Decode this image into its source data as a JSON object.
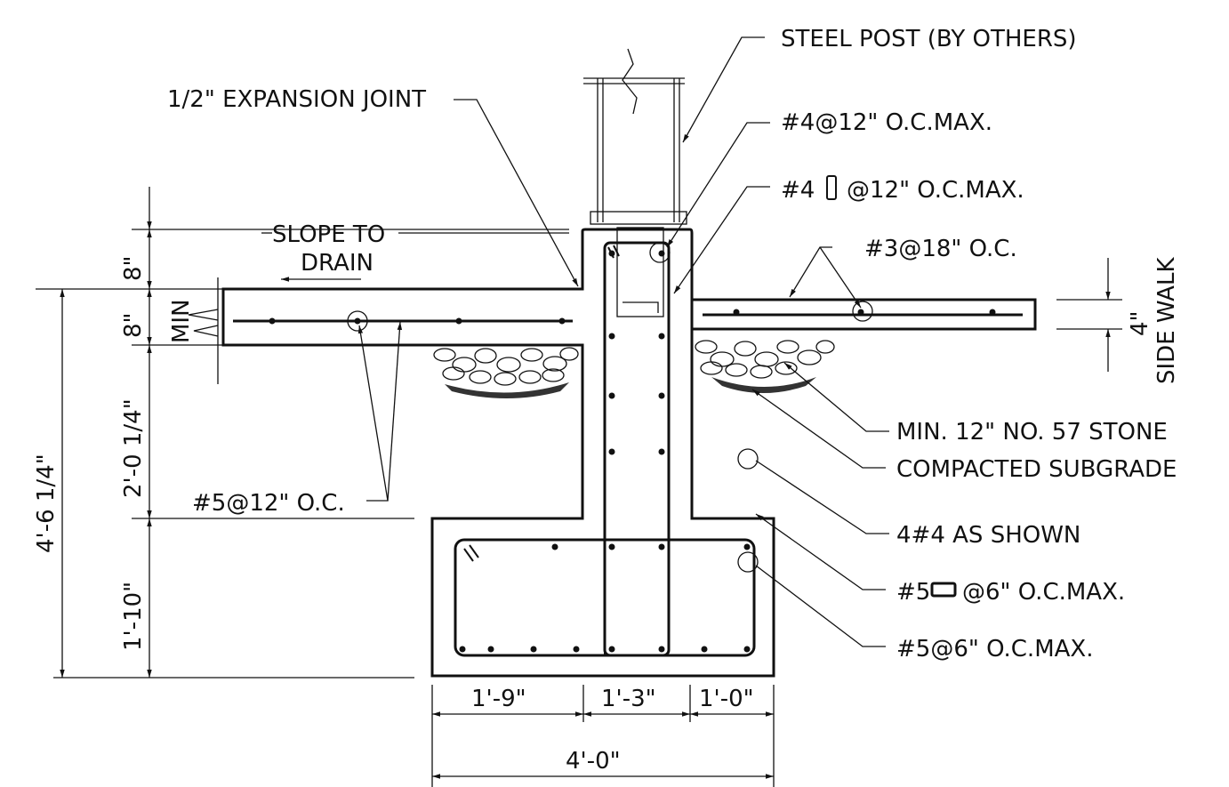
{
  "labels": {
    "steel_post": "STEEL POST (BY OTHERS)",
    "expansion_joint": "1/2\" EXPANSION JOINT",
    "rebar_4_12": "#4@12\" O.C.MAX.",
    "rebar_4_stirrup_num": "#4",
    "rebar_4_stirrup_spacing": "@12\" O.C.MAX.",
    "rebar_3_18": "#3@18\" O.C.",
    "slope_line1": "SLOPE TO",
    "slope_line2": "DRAIN",
    "min": "MIN",
    "rebar_5_12": "#5@12\" O.C.",
    "stone": "MIN. 12\" NO. 57 STONE",
    "subgrade": "COMPACTED SUBGRADE",
    "as_shown": "4#4 AS SHOWN",
    "rebar_5_tie_num": "#5",
    "rebar_5_tie_spacing": "@6\" O.C.MAX.",
    "rebar_5_6": "#5@6\" O.C.MAX.",
    "sidewalk_dim": "4\"",
    "sidewalk": "SIDE WALK"
  },
  "dimensions": {
    "top_8": "8\"",
    "slab_8": "8\"",
    "wall": "2'-0 1/4\"",
    "footing": "1'-10\"",
    "total_height": "4'-6 1/4\"",
    "left_ext": "1'-9\"",
    "stem": "1'-3\"",
    "right_ext": "1'-0\"",
    "total_width": "4'-0\""
  }
}
